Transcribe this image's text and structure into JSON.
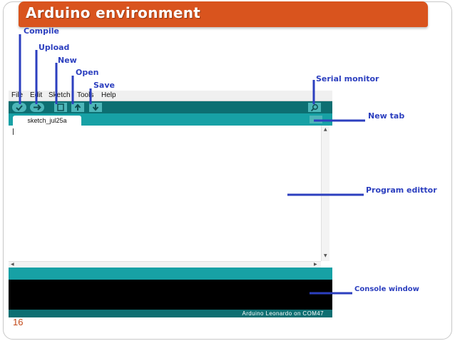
{
  "slide": {
    "title": "Arduino environment",
    "page_number": "16",
    "colors": {
      "title_bar": "#d9541e",
      "annotation": "#2c3fbf",
      "ide_dark": "#0d6f72",
      "ide_mid": "#17a1a5",
      "ide_button": "#4db5b8"
    }
  },
  "ide": {
    "menu": [
      "File",
      "Edit",
      "Sketch",
      "Tools",
      "Help"
    ],
    "toolbar": {
      "verify_icon": "check-icon",
      "upload_icon": "arrow-right-icon",
      "new_icon": "document-icon",
      "open_icon": "arrow-up-icon",
      "save_icon": "arrow-down-icon",
      "serial_icon": "magnifier-icon"
    },
    "tab_name": "sketch_jul25a",
    "board_status": "Arduino Leonardo on COM47"
  },
  "annotations": {
    "compile": "Compile",
    "upload": "Upload",
    "new": "New",
    "open": "Open",
    "save": "Save",
    "serial_monitor": "Serial monitor",
    "new_tab": "New tab",
    "program_editor": "Program edittor",
    "console_window": "Console window"
  }
}
